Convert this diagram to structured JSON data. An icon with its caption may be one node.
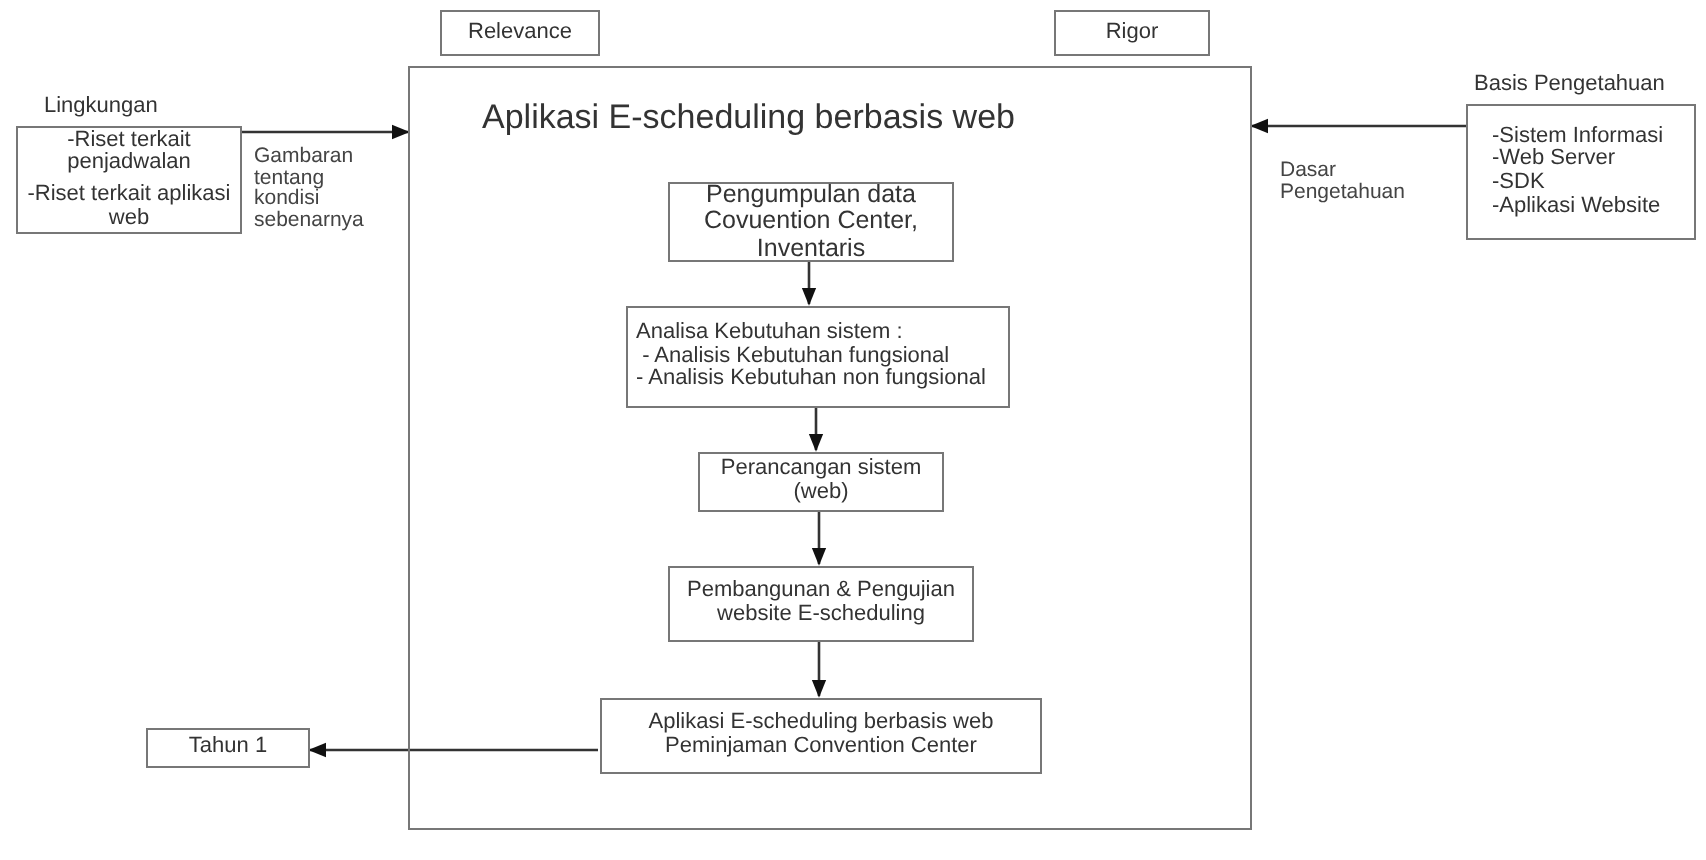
{
  "diagram": {
    "nodes": [
      {
        "text": [
          "Relevance"
        ]
      },
      {
        "text": [
          "Rigor"
        ]
      },
      {
        "text": [
          "Aplikasi E-scheduling berbasis web"
        ]
      },
      {
        "text": [
          "Pengumpulan data Covuention Center, Inventaris"
        ],
        "in": 2
      },
      {
        "text": [
          "Analisa Kebutuhan sistem :",
          " - Analisis Kebutuhan fungsional",
          "- Analisis Kebutuhan non fungsional"
        ],
        "in": 2
      },
      {
        "text": [
          "Perancangan sistem (web)"
        ],
        "in": 2
      },
      {
        "text": [
          "Pembangunan & Pengujian website E-scheduling"
        ],
        "in": 2
      },
      {
        "text": [
          "Aplikasi E-scheduling berbasis web Peminjaman Convention Center"
        ],
        "in": 2
      },
      {
        "text": [
          "Lingkungan",
          "-Riset terkait penjadwalan",
          "-Riset terkait aplikasi web"
        ]
      },
      {
        "text": [
          "Basis Pengetahuan",
          "-Sistem Informasi",
          "-Web Server",
          "-SDK",
          "-Aplikasi Website"
        ]
      },
      {
        "text": [
          "Tahun 1"
        ]
      }
    ],
    "edges": [
      {
        "from": 8,
        "to": 2,
        "arrow": "to",
        "label": "Gambaran tentang kondisi sebenarnya"
      },
      {
        "from": 9,
        "to": 2,
        "arrow": "to",
        "label": "Dasar Pengetahuan"
      },
      {
        "from": 3,
        "to": 4,
        "arrow": "to"
      },
      {
        "from": 4,
        "to": 5,
        "arrow": "to"
      },
      {
        "from": 5,
        "to": 6,
        "arrow": "to"
      },
      {
        "from": 6,
        "to": 7,
        "arrow": "to"
      },
      {
        "from": 7,
        "to": 10,
        "arrow": "to"
      }
    ]
  }
}
